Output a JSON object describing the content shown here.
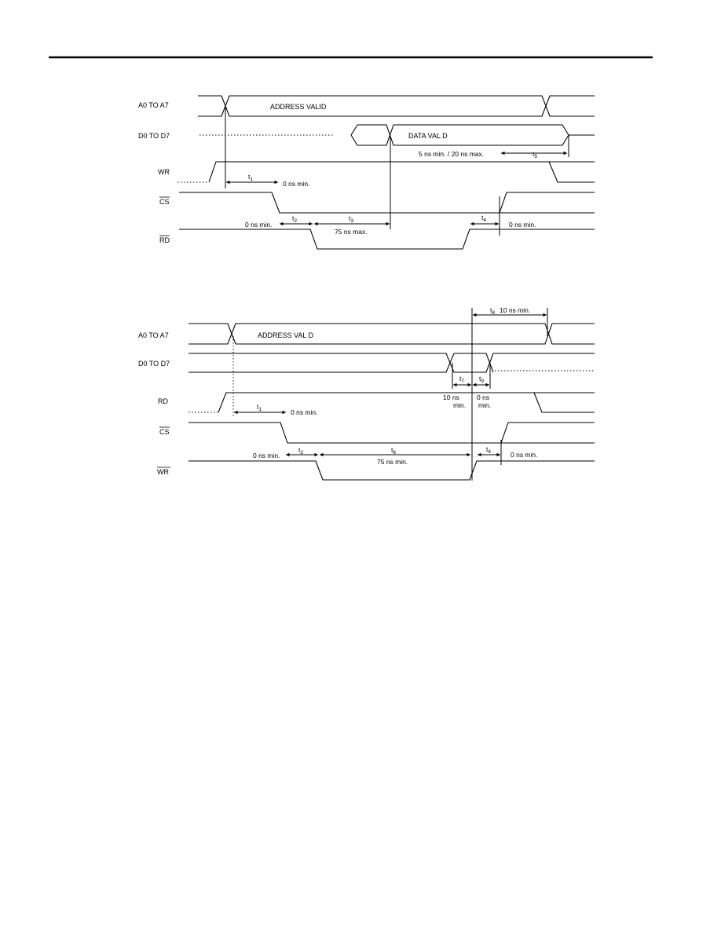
{
  "read_cycle": {
    "signals": {
      "address": "A0 TO A7",
      "data": "D0 TO D7",
      "wr": "WR",
      "cs": "CS",
      "rd": "RD"
    },
    "texts": {
      "address_valid": "ADDRESS VALID",
      "data_valid": "DATA VAL D",
      "t5_range": "5 ns min. / 20 ns max.",
      "t1_min": "0 ns min.",
      "t2_min": "0 ns min.",
      "t3_max": "75 ns max.",
      "t4_min": "0 ns min."
    },
    "timing": {
      "t1": "t",
      "t1_sub": "1",
      "t2": "t",
      "t2_sub": "2",
      "t3": "t",
      "t3_sub": "3",
      "t4": "t",
      "t4_sub": "4",
      "t5": "t",
      "t5_sub": "5"
    }
  },
  "write_cycle": {
    "signals": {
      "address": "A0 TO A7",
      "data": "D0 TO D7",
      "rd": "RD",
      "cs": "CS",
      "wr": "WR"
    },
    "texts": {
      "address_valid": "ADDRESS VAL D",
      "t8_min": "10 ns min.",
      "t7_min_line1": "10 ns",
      "t7_min_line2": "min.",
      "t9_min_line1": "0 ns",
      "t9_min_line2": "min.",
      "t1_min": "0 ns min.",
      "t2_min": "0 ns min.",
      "t6_min": "75 ns min.",
      "t4_min": "0 ns min."
    },
    "timing": {
      "t8": "t",
      "t8_sub": "8",
      "t7": "t",
      "t7_sub": "7",
      "t9": "t",
      "t9_sub": "9",
      "t1": "t",
      "t1_sub": "1",
      "t2": "t",
      "t2_sub": "2",
      "t6": "t",
      "t6_sub": "6",
      "t4": "t",
      "t4_sub": "4"
    }
  }
}
